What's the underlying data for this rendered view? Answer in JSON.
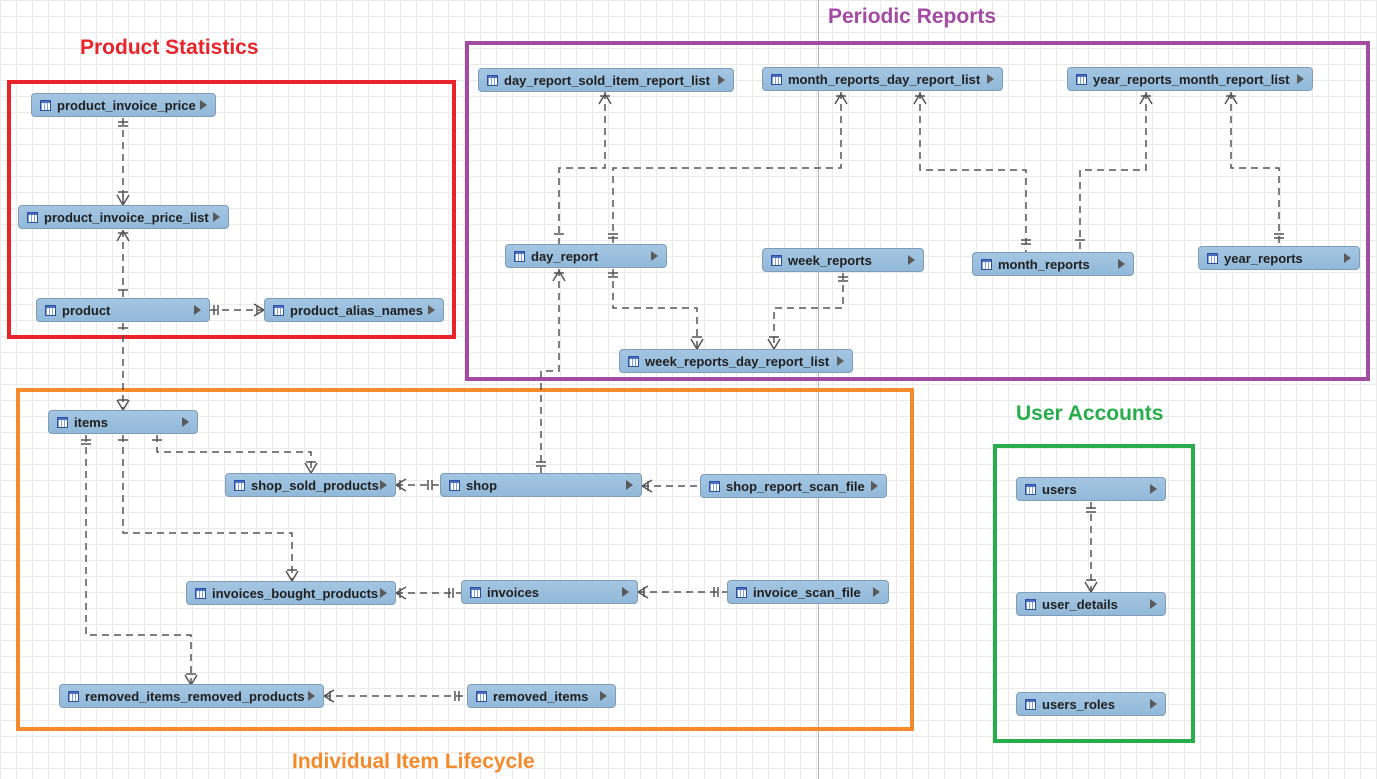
{
  "groups": {
    "product_statistics": {
      "title": "Product Statistics",
      "color": "#e8242a"
    },
    "periodic_reports": {
      "title": "Periodic Reports",
      "color": "#a34aa3"
    },
    "individual_item_lifecycle": {
      "title": "Individual Item Lifecycle",
      "color": "#f58a2a"
    },
    "user_accounts": {
      "title": "User Accounts",
      "color": "#27ae4a"
    }
  },
  "tables": {
    "product_invoice_price": "product_invoice_price",
    "product_invoice_price_list": "product_invoice_price_list",
    "product": "product",
    "product_alias_names": "product_alias_names",
    "day_report_sold_item_report_list": "day_report_sold_item_report_list",
    "month_reports_day_report_list": "month_reports_day_report_list",
    "year_reports_month_report_list": "year_reports_month_report_list",
    "day_report": "day_report",
    "week_reports": "week_reports",
    "month_reports": "month_reports",
    "year_reports": "year_reports",
    "week_reports_day_report_list": "week_reports_day_report_list",
    "items": "items",
    "shop_sold_products": "shop_sold_products",
    "shop": "shop",
    "shop_report_scan_file": "shop_report_scan_file",
    "invoices_bought_products": "invoices_bought_products",
    "invoices": "invoices",
    "invoice_scan_file": "invoice_scan_file",
    "removed_items_removed_products": "removed_items_removed_products",
    "removed_items": "removed_items",
    "users": "users",
    "user_details": "user_details",
    "users_roles": "users_roles"
  },
  "icons": {
    "table": "table-icon",
    "expand": "expand-arrow-icon"
  },
  "colors": {
    "entity_fill": "#9ec2e0",
    "connector": "#555555"
  }
}
